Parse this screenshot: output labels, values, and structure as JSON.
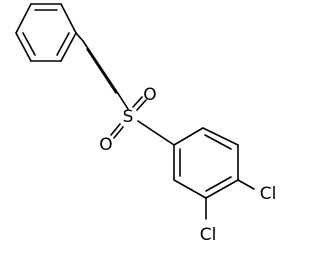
{
  "molecule": {
    "atom_labels": {
      "sulfur": "S",
      "oxygen_top": "O",
      "oxygen_bottom": "O",
      "chlorine_para": "Cl",
      "chlorine_meta": "Cl"
    }
  },
  "colors": {
    "bond": "#000000",
    "background": "#ffffff"
  }
}
